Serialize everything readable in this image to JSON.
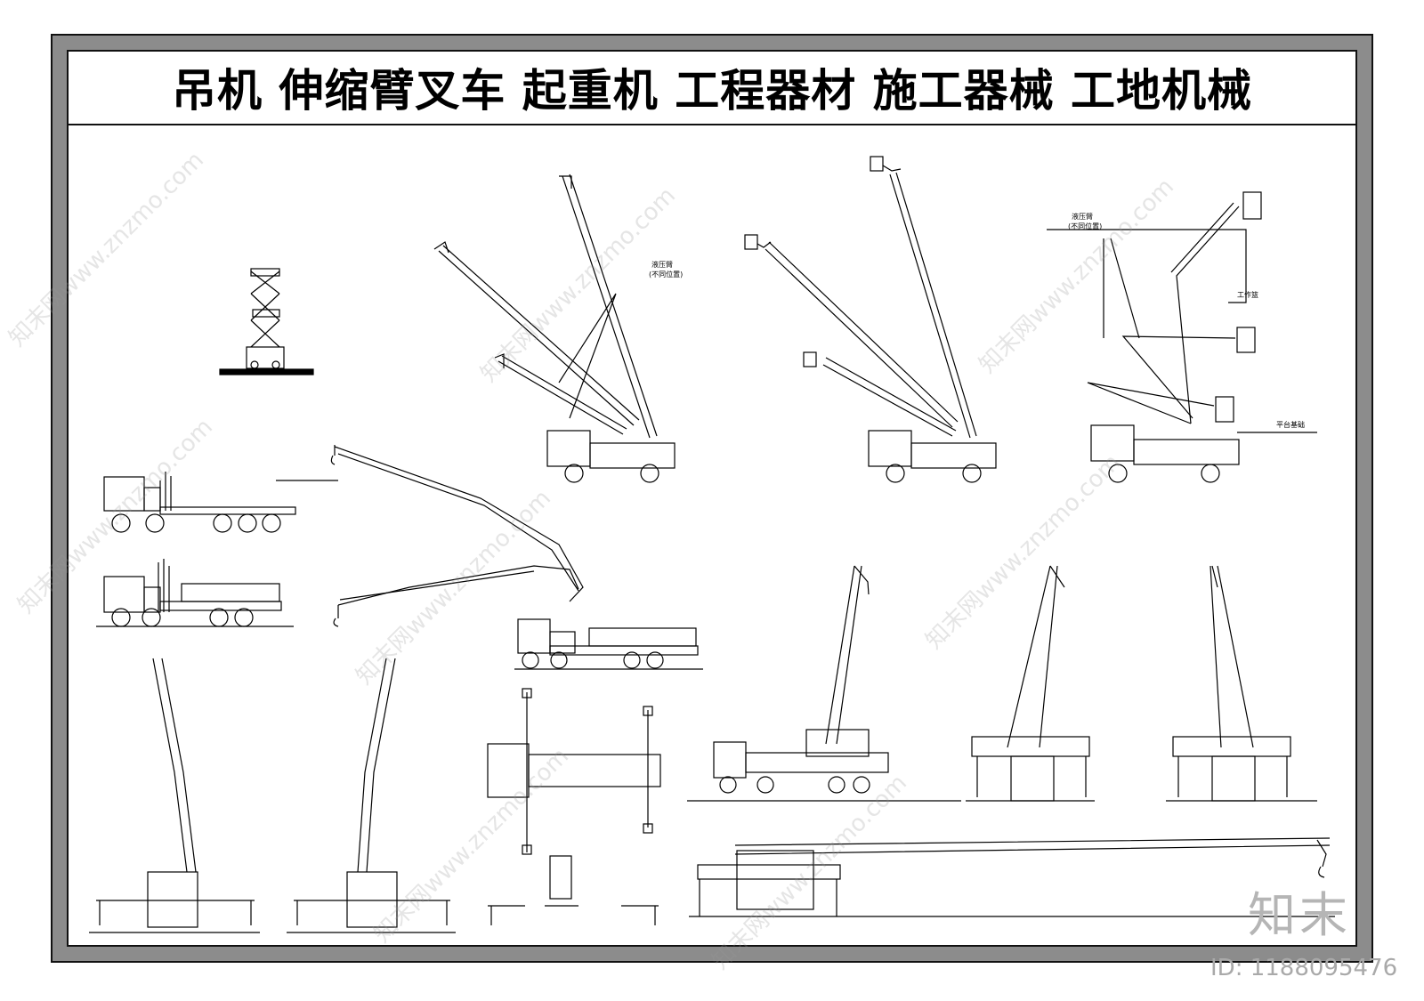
{
  "title": "吊机  伸缩臂叉车  起重机  工程器材  施工器械  工地机械",
  "labels": {
    "hydraulic_arm_1": "液压臂",
    "diff_positions_1": "(不同位置)",
    "hydraulic_arm_2": "液压臂",
    "diff_positions_2": "(不同位置)",
    "work_basket": "工作篮",
    "platform_base": "平台基础"
  },
  "watermark": {
    "text": "知末网www.znzmo.com",
    "logo": "知末",
    "id": "ID: 1188095476"
  },
  "colors": {
    "frame": "#8c8c8c",
    "line": "#000000",
    "watermark": "#b5b5b5"
  }
}
